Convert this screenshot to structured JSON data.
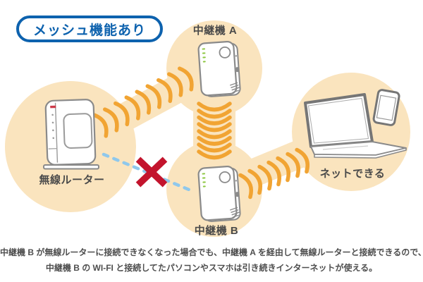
{
  "badge": {
    "label": "メッシュ機能あり"
  },
  "diagram": {
    "nodes": {
      "repeater_a": {
        "label": "中継機 A",
        "icon": "repeater-icon",
        "leds": "green"
      },
      "router": {
        "label": "無線ルーター",
        "icon": "router-icon"
      },
      "repeater_b": {
        "label": "中継機 B",
        "icon": "repeater-icon",
        "leds": "green"
      },
      "client": {
        "label": "ネットできる",
        "icons": [
          "laptop-icon",
          "smartphone-icon"
        ]
      }
    },
    "links": [
      {
        "from": "router",
        "to": "repeater_a",
        "type": "wifi-connected"
      },
      {
        "from": "repeater_a",
        "to": "repeater_b",
        "type": "wifi-connected"
      },
      {
        "from": "repeater_b",
        "to": "client",
        "type": "wifi-connected"
      },
      {
        "from": "router",
        "to": "repeater_b",
        "type": "disconnected-x"
      }
    ],
    "colors": {
      "coverage_peach": "#FAE4BE",
      "wifi_wave_orange": "#F1A433",
      "badge_blue": "#0D62AE",
      "error_red": "#C3142D",
      "broken_link_blue": "#8FC8EC",
      "label_gray": "#4A4A4A",
      "led_green": "#8CC63F"
    }
  },
  "caption": {
    "line1": "中継機 B が無線ルーターに接続できなくなった場合でも、中継機 A を経由して無線ルーターと接続できるので、",
    "line2": "中継機 B の WI-FI と接続してたパソコンやスマホは引き続きインターネットが使える。"
  }
}
